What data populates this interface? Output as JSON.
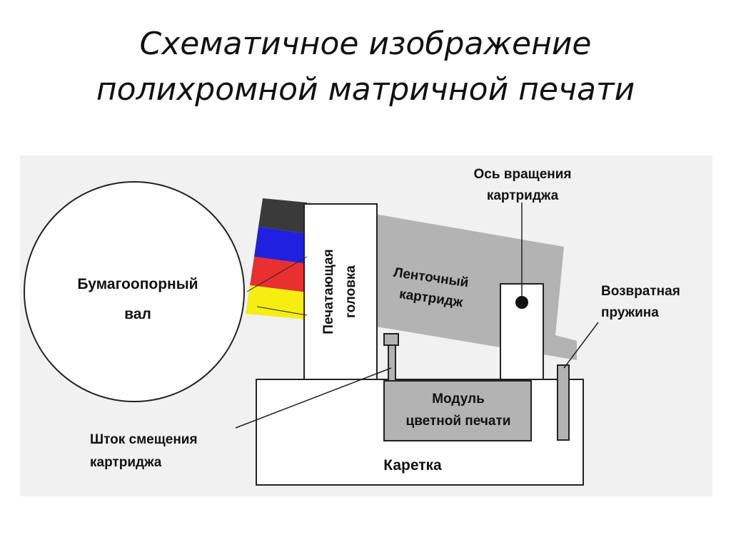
{
  "title": {
    "line1": "Схематичное изображение",
    "line2": "полихромной матричной печати"
  },
  "diagram": {
    "platen": {
      "line1": "Бумагоопорный",
      "line2": "вал"
    },
    "print_head": {
      "line1": "Печатающая",
      "line2": "головка"
    },
    "ribbon_cartridge": {
      "line1": "Ленточный",
      "line2": "картридж"
    },
    "rotation_axis": {
      "line1": "Ось вращения",
      "line2": "картриджа"
    },
    "return_spring": {
      "line1": "Возвратная",
      "line2": "пружина"
    },
    "color_module": {
      "line1": "Модуль",
      "line2": "цветной печати"
    },
    "shift_rod": {
      "line1": "Шток смещения",
      "line2": "картриджа"
    },
    "carriage": {
      "label": "Каретка"
    },
    "ribbon_colors": [
      "#3a3a3a",
      "#2020e0",
      "#e83030",
      "#f5ee10"
    ]
  }
}
